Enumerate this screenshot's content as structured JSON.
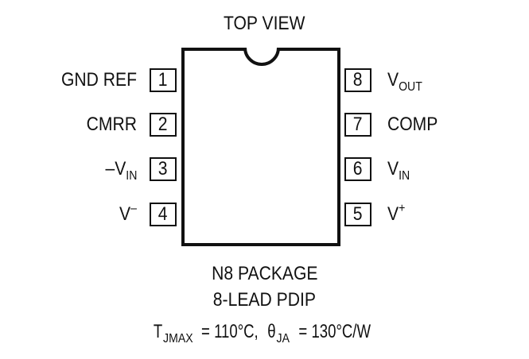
{
  "title": "TOP VIEW",
  "pins_left": [
    {
      "number": "1",
      "label": "GND REF",
      "label_sub": "",
      "label_sup": ""
    },
    {
      "number": "2",
      "label": "CMRR",
      "label_sub": "",
      "label_sup": ""
    },
    {
      "number": "3",
      "label": "–V",
      "label_sub": "IN",
      "label_sup": ""
    },
    {
      "number": "4",
      "label": "V",
      "label_sub": "",
      "label_sup": "–"
    }
  ],
  "pins_right": [
    {
      "number": "8",
      "label": "V",
      "label_sub": "OUT",
      "label_sup": ""
    },
    {
      "number": "7",
      "label": "COMP",
      "label_sub": "",
      "label_sup": ""
    },
    {
      "number": "6",
      "label": "V",
      "label_sub": "IN",
      "label_sup": ""
    },
    {
      "number": "5",
      "label": "V",
      "label_sub": "",
      "label_sup": "+"
    }
  ],
  "package": {
    "line1": "N8 PACKAGE",
    "line2": "8-LEAD PDIP"
  },
  "thermal": {
    "tj_symbol": "T",
    "tj_sub": "JMAX",
    "tj_value": " = 110°C, ",
    "theta_symbol": "θ",
    "theta_sub": "JA",
    "theta_value": " = 130°C/W"
  }
}
